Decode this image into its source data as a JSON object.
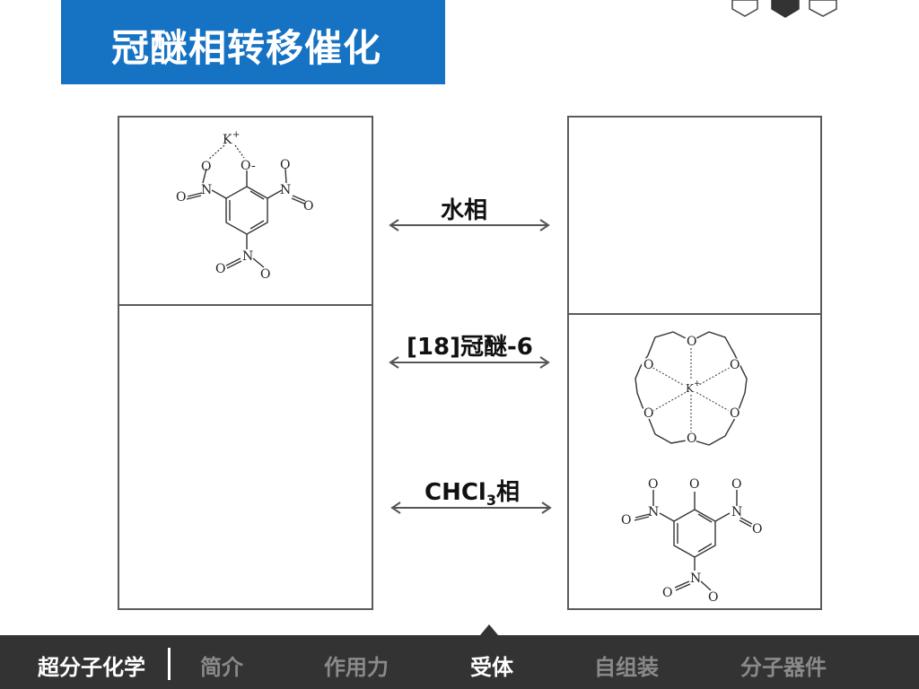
{
  "slide": {
    "title": "冠醚相转移催化"
  },
  "labels": {
    "water_phase": "水相",
    "crown_ether": "[18]冠醚-6",
    "chcl3_main": "CHCl",
    "chcl3_sub": "3",
    "chcl3_tail": "相"
  },
  "molecule_text": {
    "k_ion": "K",
    "plus": "+",
    "o": "O",
    "o_minus": "O-",
    "n": "N"
  },
  "nav": {
    "brand": "超分子化学",
    "items": [
      "简介",
      "作用力",
      "受体",
      "自组装",
      "分子器件"
    ],
    "active_index": 2
  },
  "colors": {
    "title_bg": "#1672c2",
    "nav_bg": "#333333",
    "nav_dim": "#8a8a8a",
    "panel_border": "#5b5b5b"
  }
}
